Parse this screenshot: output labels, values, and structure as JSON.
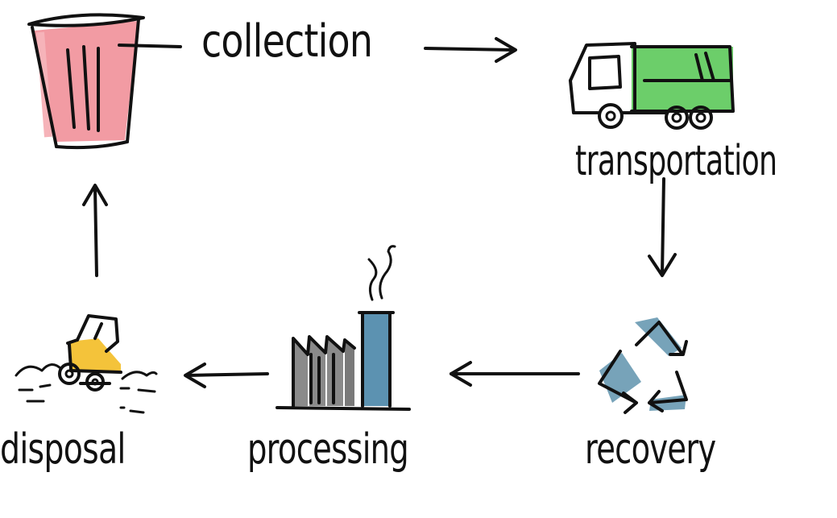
{
  "diagram": {
    "steps": [
      {
        "id": "collection",
        "label": "collection",
        "icon": "trash-bin-icon"
      },
      {
        "id": "transportation",
        "label": "transportation",
        "icon": "garbage-truck-icon"
      },
      {
        "id": "recovery",
        "label": "recovery",
        "icon": "recycle-icon"
      },
      {
        "id": "processing",
        "label": "processing",
        "icon": "factory-icon"
      },
      {
        "id": "disposal",
        "label": "disposal",
        "icon": "landfill-bulldozer-icon"
      }
    ],
    "flow": [
      [
        "collection",
        "transportation"
      ],
      [
        "transportation",
        "recovery"
      ],
      [
        "recovery",
        "processing"
      ],
      [
        "processing",
        "disposal"
      ],
      [
        "disposal",
        "collection"
      ]
    ],
    "colors": {
      "ink": "#111111",
      "bin": "#f08a93",
      "truck": "#5cc95a",
      "recycle": "#5f93ad",
      "factory_chimney": "#4a86a8",
      "factory_gray": "#8a8a8a",
      "bulldozer": "#f4c33a"
    }
  }
}
